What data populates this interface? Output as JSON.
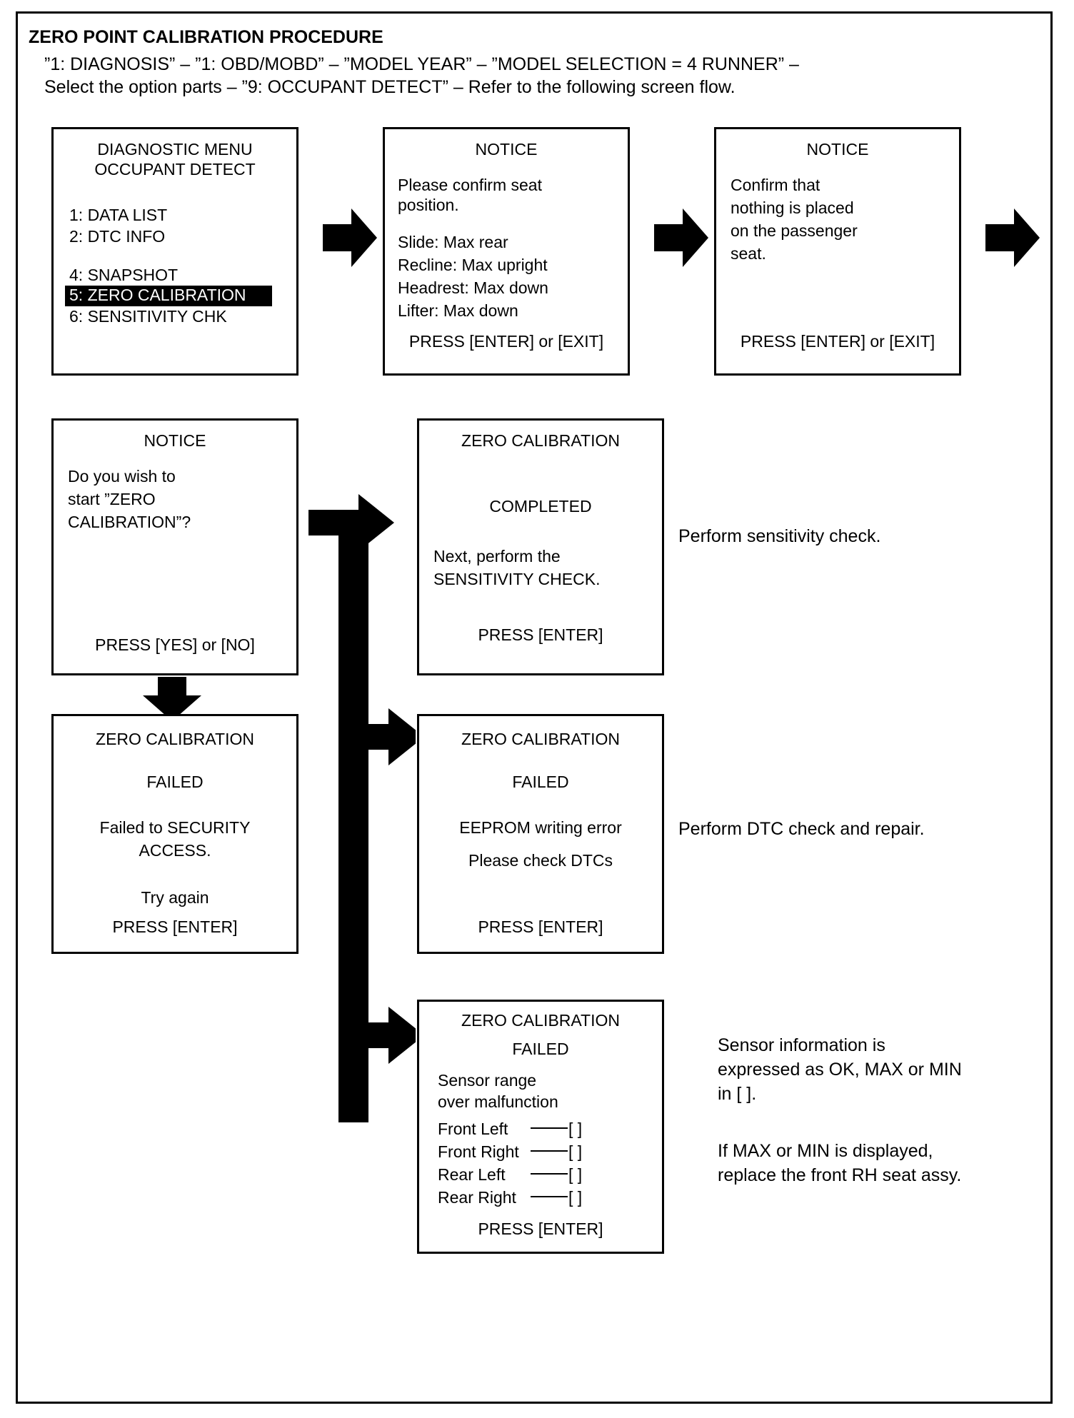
{
  "document": {
    "title": "ZERO POINT CALIBRATION PROCEDURE",
    "intro_line_1": "”1: DIAGNOSIS” – ”1: OBD/MOBD” – ”MODEL YEAR” – ”MODEL SELECTION = 4 RUNNER” –",
    "intro_line_2": "Select the option parts – ”9: OCCUPANT DETECT” – Refer to the following screen flow."
  },
  "screens": {
    "diagnostic_menu": {
      "header_1": "DIAGNOSTIC MENU",
      "header_2": "OCCUPANT DETECT",
      "items": [
        "1: DATA LIST",
        "2: DTC INFO",
        "4: SNAPSHOT",
        "5: ZERO CALIBRATION",
        "6: SENSITIVITY CHK"
      ],
      "selected_item": "5: ZERO CALIBRATION"
    },
    "notice_seat_position": {
      "title": "NOTICE",
      "body_1": "Please confirm seat",
      "body_2": "position.",
      "setting_1": "Slide: Max rear",
      "setting_2": "Recline: Max upright",
      "setting_3": "Headrest: Max down",
      "setting_4": "Lifter: Max down",
      "prompt": "PRESS [ENTER] or [EXIT]"
    },
    "notice_nothing_placed": {
      "title": "NOTICE",
      "body_1": "Confirm that",
      "body_2": "nothing is placed",
      "body_3": "on the passenger",
      "body_4": "seat.",
      "prompt": "PRESS [ENTER] or [EXIT]"
    },
    "notice_start_calibration": {
      "title": "NOTICE",
      "body_1": "Do you wish to",
      "body_2": "start  ”ZERO",
      "body_3": "CALIBRATION”?",
      "prompt": "PRESS [YES] or [NO]"
    },
    "completed": {
      "title": "ZERO CALIBRATION",
      "status": "COMPLETED",
      "body_1": "Next, perform the",
      "body_2": "SENSITIVITY CHECK.",
      "prompt": "PRESS [ENTER]"
    },
    "failed_security": {
      "title": "ZERO CALIBRATION",
      "status": "FAILED",
      "body_1": "Failed to SECURITY",
      "body_2": "ACCESS.",
      "body_3": "Try again",
      "prompt": "PRESS [ENTER]"
    },
    "failed_eeprom": {
      "title": "ZERO CALIBRATION",
      "status": "FAILED",
      "body_1": "EEPROM writing error",
      "body_2": "Please check DTCs",
      "prompt": "PRESS [ENTER]"
    },
    "failed_sensor_range": {
      "title": "ZERO CALIBRATION",
      "status": "FAILED",
      "body_1": "Sensor range",
      "body_2": "over malfunction",
      "sensors": [
        {
          "label": "Front Left",
          "value": "[          ]"
        },
        {
          "label": "Front Right",
          "value": "[          ]"
        },
        {
          "label": "Rear Left",
          "value": "[          ]"
        },
        {
          "label": "Rear Right",
          "value": "[          ]"
        }
      ],
      "prompt": "PRESS [ENTER]"
    }
  },
  "annotations": {
    "sensitivity_check": "Perform sensitivity check.",
    "dtc_check": "Perform DTC check and repair.",
    "sensor_info_1": "Sensor information is",
    "sensor_info_2": "expressed as OK, MAX or MIN",
    "sensor_info_3": "in [     ].",
    "sensor_info_4": "If MAX or MIN is displayed,",
    "sensor_info_5": "replace the front RH seat assy."
  },
  "colors": {
    "ink": "#000000",
    "paper": "#ffffff",
    "highlight_bg": "#000000",
    "highlight_fg": "#ffffff"
  }
}
